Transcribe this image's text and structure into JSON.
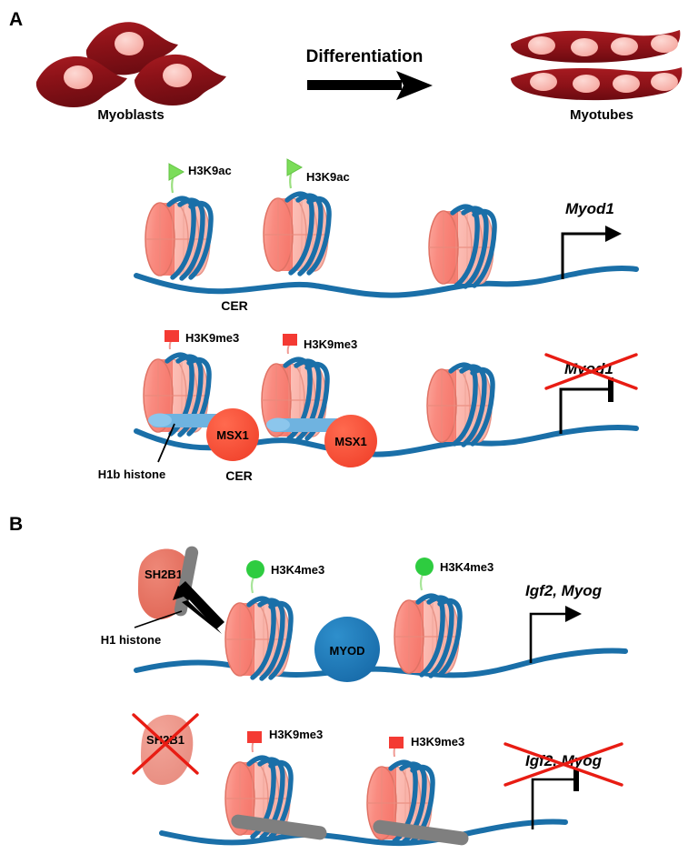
{
  "figure": {
    "panels": [
      {
        "letter": "A"
      },
      {
        "letter": "B"
      }
    ]
  },
  "panelA": {
    "letter": "A",
    "cells": {
      "myoblasts_label": "Myoblasts",
      "myotubes_label": "Myotubes",
      "transition_label": "Differentiation",
      "myoblast_count": 3,
      "myotube_count": 2,
      "nuclei_per_myotube": 4
    },
    "row_active": {
      "state": "active",
      "marks": [
        {
          "name": "H3K4/H3K9 acetylation",
          "label": "H3K9ac",
          "icon": "green-triangle-flag",
          "color": "#77DD55"
        },
        {
          "name": "H3K4/H3K9 acetylation",
          "label": "H3K9ac",
          "icon": "green-triangle-flag",
          "color": "#77DD55"
        }
      ],
      "nucleosome_count": 3,
      "enhancer_label": "CER",
      "gene_label": "Myod1",
      "gene_state": "expressed",
      "tss_icon": "arrow-right"
    },
    "row_repressed": {
      "state": "repressed",
      "marks": [
        {
          "name": "H3K9 trimethylation",
          "label": "H3K9me3",
          "icon": "red-square",
          "color": "#F43A33"
        },
        {
          "name": "H3K9 trimethylation",
          "label": "H3K9me3",
          "icon": "red-square",
          "color": "#F43A33"
        }
      ],
      "nucleosome_count": 3,
      "enhancer_label": "CER",
      "linker_histone_label": "H1b histone",
      "linker_histone_color": "#6FB3E0",
      "repressors": [
        {
          "label": "MSX1",
          "color": "#F5462F"
        },
        {
          "label": "MSX1",
          "color": "#F5462F"
        }
      ],
      "gene_label": "Myod1",
      "gene_state": "silenced",
      "tss_icon": "t-bar",
      "strike_icon": "red-x",
      "strike_color": "#E81C13"
    }
  },
  "panelB": {
    "letter": "B",
    "row_active": {
      "state": "active",
      "adaptor": {
        "label": "SH2B1",
        "color": "#E8705F"
      },
      "linker_histone_label": "H1 histone",
      "linker_histone_color": "#7F7F7F",
      "eviction_icon": "black-arrow-up-left",
      "marks": [
        {
          "name": "H3K4 trimethylation",
          "label": "H3K4me3",
          "icon": "green-circle",
          "color": "#2ECC40"
        },
        {
          "name": "H3K4 trimethylation",
          "label": "H3K4me3",
          "icon": "green-circle",
          "color": "#2ECC40"
        }
      ],
      "nucleosome_count": 2,
      "activator": {
        "label": "MYOD",
        "color": "#1B77B8"
      },
      "gene_label": "Igf2, Myog",
      "gene_state": "expressed",
      "tss_icon": "arrow-right"
    },
    "row_repressed": {
      "state": "repressed",
      "adaptor": {
        "label": "SH2B1",
        "color": "#E8705F",
        "struck": true
      },
      "marks": [
        {
          "name": "H3K9 trimethylation",
          "label": "H3K9me3",
          "icon": "red-square",
          "color": "#F43A33"
        },
        {
          "name": "H3K9 trimethylation",
          "label": "H3K9me3",
          "icon": "red-square",
          "color": "#F43A33"
        }
      ],
      "nucleosome_count": 2,
      "linker_histone_color": "#7F7F7F",
      "gene_label": "Igf2, Myog",
      "gene_state": "silenced",
      "tss_icon": "t-bar",
      "strike_icon": "red-x",
      "strike_color": "#E81C13"
    }
  },
  "colors": {
    "dna_strand": "#1A6FA8",
    "nucleosome_front": "#F98B80",
    "nucleosome_back": "#FAB8B0",
    "nucleosome_edge": "#E88376",
    "cell_body_dark": "#8C1218",
    "cell_body_light": "#C0232A",
    "nucleus": "#F7AEA8",
    "black": "#000000",
    "red_x": "#E81C13"
  }
}
